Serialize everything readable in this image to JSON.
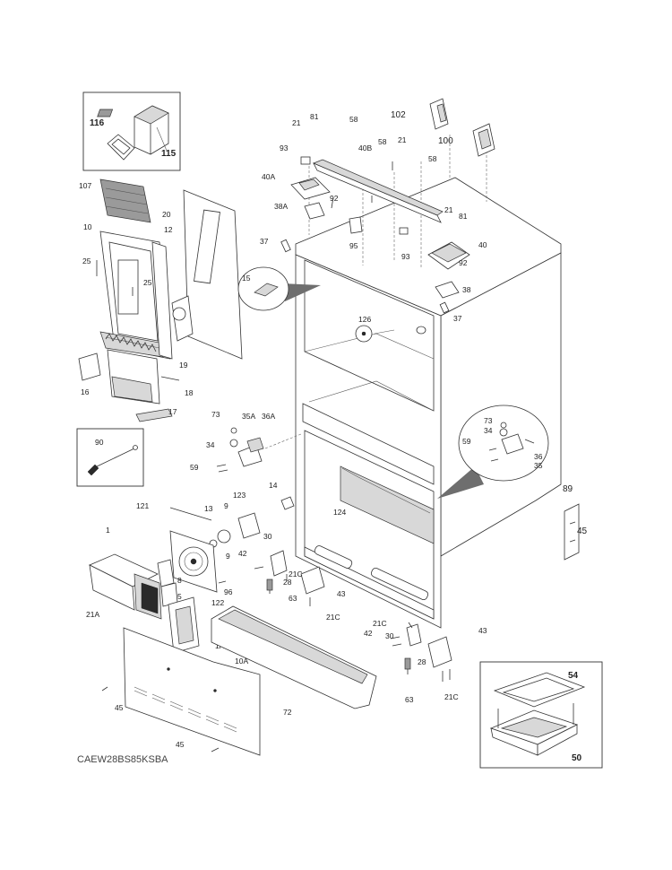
{
  "model_code": "CAEW28BS85KSBA",
  "labels": {
    "l116": "116",
    "l115": "115",
    "l107": "107",
    "l10": "10",
    "l12": "12",
    "l20": "20",
    "l25a": "25",
    "l25b": "25",
    "l19": "19",
    "l16": "16",
    "l18": "18",
    "l17": "17",
    "l90": "90",
    "l21a": "21",
    "l81a": "81",
    "l58a": "58",
    "l102": "102",
    "l100": "100",
    "l93a": "93",
    "l40b": "40B",
    "l58b": "58",
    "l21b": "21",
    "l40a": "40A",
    "l58c": "58",
    "l92a": "92",
    "l38a": "38A",
    "l21c": "21",
    "l81b": "81",
    "l37a": "37",
    "l95": "95",
    "l93b": "93",
    "l40": "40",
    "l92b": "92",
    "l15": "15",
    "l38": "38",
    "l37b": "37",
    "l126": "126",
    "l73a": "73",
    "l35a": "35A",
    "l36a": "36A",
    "l34a": "34",
    "l59a": "59",
    "l73b": "73",
    "l34b": "34",
    "l59b": "59",
    "l36": "36",
    "l35": "35",
    "l14": "14",
    "l89": "89",
    "l45a": "45",
    "l121": "121",
    "l13": "13",
    "l9a": "9",
    "l123": "123",
    "l124": "124",
    "l1": "1",
    "l9b": "9",
    "l30a": "30",
    "l42a": "42",
    "l8": "8",
    "l5": "5",
    "l21ca": "21C",
    "l28a": "28",
    "l96": "96",
    "l122": "122",
    "l43a": "43",
    "l63a": "63",
    "l21cb": "21C",
    "l21aa": "21A",
    "l1a": "1A",
    "l10a": "10A",
    "l21cc": "21C",
    "l42b": "42",
    "l30b": "30",
    "l43b": "43",
    "l28b": "28",
    "l63b": "63",
    "l21cd": "21C",
    "l45b": "45",
    "l72": "72",
    "l45c": "45",
    "l54": "54",
    "l50": "50"
  }
}
